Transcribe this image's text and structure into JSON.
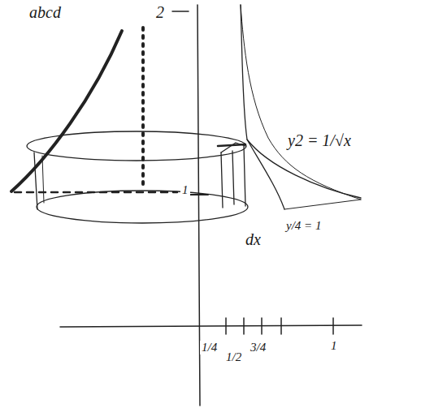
{
  "diagram": {
    "labels": [
      "abcd",
      "2",
      "y2 = 1/√x",
      "1",
      "dx",
      "y/4 = 1",
      "1/4",
      "1/2",
      "3/4",
      "1"
    ]
  }
}
